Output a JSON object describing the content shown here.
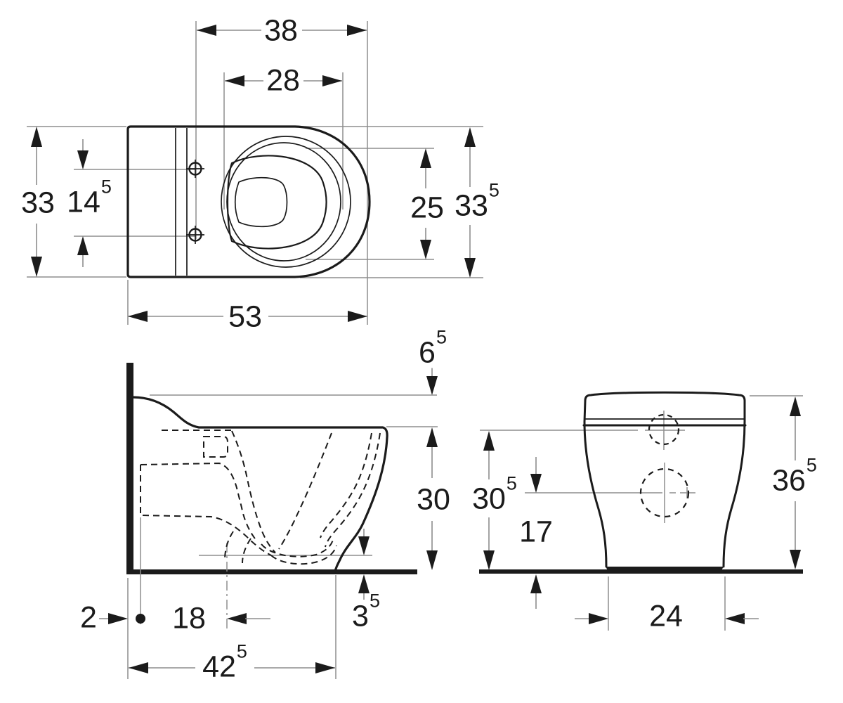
{
  "drawing": {
    "type": "technical-dimension-drawing",
    "views": [
      "top-view",
      "side-section-view",
      "front-view"
    ]
  },
  "dims": {
    "top": {
      "d38": {
        "value": "38",
        "sup": ""
      },
      "d28": {
        "value": "28",
        "sup": ""
      },
      "d33": {
        "value": "33",
        "sup": ""
      },
      "d14_5": {
        "value": "14",
        "sup": "5"
      },
      "d25": {
        "value": "25",
        "sup": ""
      },
      "d33_5": {
        "value": "33",
        "sup": "5"
      },
      "d53": {
        "value": "53",
        "sup": ""
      }
    },
    "side": {
      "d6_5": {
        "value": "6",
        "sup": "5"
      },
      "d30": {
        "value": "30",
        "sup": ""
      },
      "d2": {
        "value": "2",
        "sup": ""
      },
      "d18": {
        "value": "18",
        "sup": ""
      },
      "d3_5": {
        "value": "3",
        "sup": "5"
      },
      "d42_5": {
        "value": "42",
        "sup": "5"
      }
    },
    "front": {
      "d30_5": {
        "value": "30",
        "sup": "5"
      },
      "d17": {
        "value": "17",
        "sup": ""
      },
      "d36_5": {
        "value": "36",
        "sup": "5"
      },
      "d24": {
        "value": "24",
        "sup": ""
      }
    }
  },
  "colors": {
    "line": "#1b1b1b",
    "extension_line": "#8d8d8d",
    "background": "#ffffff"
  }
}
